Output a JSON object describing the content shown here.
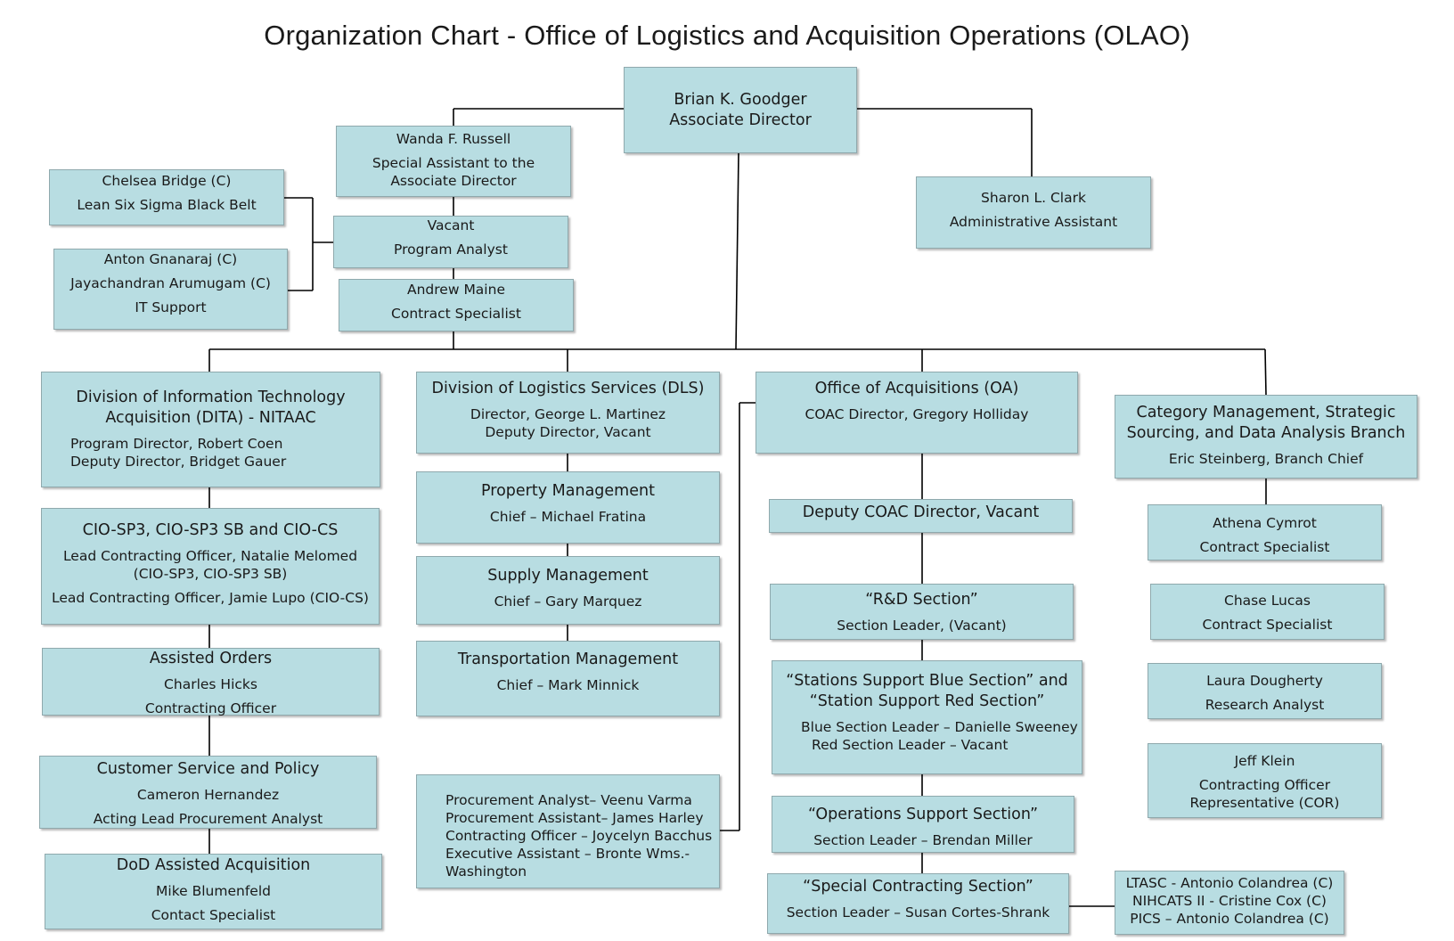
{
  "title": "Organization Chart - Office of Logistics and Acquisition Operations (OLAO)",
  "nodes": {
    "director": {
      "name": "Brian K. Goodger",
      "role": "Associate Director"
    },
    "special_assistant": {
      "name": "Wanda F. Russell",
      "role_line1": "Special Assistant to the",
      "role_line2": "Associate Director"
    },
    "admin_assistant": {
      "name": "Sharon L. Clark",
      "role": "Administrative Assistant"
    },
    "lean": {
      "name": "Chelsea Bridge (C)",
      "role": "Lean Six Sigma Black Belt"
    },
    "it_support": {
      "name1": "Anton Gnanaraj (C)",
      "name2": "Jayachandran Arumugam (C)",
      "role": "IT Support"
    },
    "program_analyst": {
      "name": "Vacant",
      "role": "Program Analyst"
    },
    "contract_specialist_top": {
      "name": "Andrew Maine",
      "role": "Contract Specialist"
    },
    "dita": {
      "title_line1": "Division of Information Technology",
      "title_line2": "Acquisition (DITA) - NITAAC",
      "line1": "Program Director, Robert Coen",
      "line2": "Deputy Director,  Bridget Gauer"
    },
    "cio": {
      "title": "CIO-SP3, CIO-SP3 SB and CIO-CS",
      "line1": "Lead Contracting Officer, Natalie Melomed",
      "line2": "(CIO-SP3, CIO-SP3 SB)",
      "line3": "Lead Contracting Officer, Jamie Lupo (CIO-CS)"
    },
    "assisted_orders": {
      "title": "Assisted Orders",
      "name": "Charles Hicks",
      "role": "Contracting Officer"
    },
    "customer_service": {
      "title": "Customer Service and Policy",
      "name": "Cameron Hernandez",
      "role": "Acting Lead Procurement Analyst"
    },
    "dod": {
      "title": "DoD Assisted Acquisition",
      "name": "Mike Blumenfeld",
      "role": "Contact Specialist"
    },
    "dls": {
      "title": "Division of Logistics Services (DLS)",
      "line1": "Director, George L. Martinez",
      "line2": "Deputy Director, Vacant"
    },
    "property": {
      "title": "Property Management",
      "chief": "Chief – Michael Fratina"
    },
    "supply": {
      "title": "Supply Management",
      "chief": "Chief – Gary Marquez"
    },
    "transport": {
      "title": "Transportation  Management",
      "chief": "Chief – Mark Minnick"
    },
    "oa_staff": {
      "line1": "Procurement Analyst– Veenu Varma",
      "line2": "Procurement Assistant– James Harley",
      "line3": "Contracting Officer – Joycelyn Bacchus",
      "line4": "Executive Assistant – Bronte Wms.-",
      "line5": "Washington"
    },
    "oa": {
      "title": "Office of Acquisitions  (OA)",
      "line1": "COAC Director, Gregory Holliday"
    },
    "deputy_coac": {
      "title": "Deputy COAC Director, Vacant"
    },
    "rd": {
      "title": "“R&D Section”",
      "leader": "Section Leader, (Vacant)"
    },
    "stations": {
      "title_line1": "“Stations Support Blue Section” and",
      "title_line2": "“Station Support Red Section”",
      "line1": "Blue Section Leader – Danielle Sweeney",
      "line2": "Red Section Leader – Vacant"
    },
    "operations": {
      "title": "“Operations Support Section”",
      "leader": "Section Leader – Brendan Miller"
    },
    "special": {
      "title": "“Special Contracting Section”",
      "leader": "Section Leader – Susan Cortes-Shrank"
    },
    "ltasc": {
      "line1": "LTASC - Antonio Colandrea  (C)",
      "line2": "NIHCATS II - Cristine Cox  (C)",
      "line3": "PICS – Antonio Colandrea (C)"
    },
    "category": {
      "title_line1": "Category Management, Strategic",
      "title_line2": "Sourcing, and Data Analysis Branch",
      "line1": "Eric Steinberg, Branch Chief"
    },
    "athena": {
      "name": "Athena Cymrot",
      "role": "Contract Specialist"
    },
    "chase": {
      "name": "Chase Lucas",
      "role": "Contract Specialist"
    },
    "laura": {
      "name": "Laura Dougherty",
      "role": "Research Analyst"
    },
    "jeff": {
      "name": "Jeff Klein",
      "role_line1": "Contracting Officer",
      "role_line2": "Representative (COR)"
    }
  },
  "colors": {
    "box_fill": "#b8dde2",
    "box_border": "#8fa9ad",
    "connector": "#000000"
  }
}
